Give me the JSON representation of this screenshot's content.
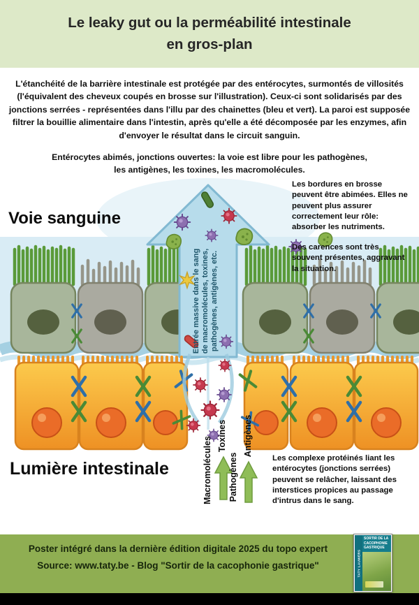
{
  "header": {
    "title_line1": "Le leaky gut ou la perméabilité intestinale",
    "title_line2": "en gros-plan"
  },
  "intro": {
    "p1": "L'étanchéité de la barrière intestinale est protégée par des entérocytes, surmontés de villosités (l'équivalent des cheveux coupés en brosse sur l'illustration). Ceux-ci sont solidarisés par des jonctions serrées - représentées dans l'illu par des chainettes (bleu et vert). La paroi est supposée filtrer la bouillie alimentaire dans l'intestin, après qu'elle a été décomposée par les enzymes, afin d'envoyer le résultat dans le circuit sanguin.",
    "p2_line1": "Entérocytes abimés, jonctions ouvertes: la voie est libre pour les pathogènes,",
    "p2_line2": "les antigènes, les toxines, les macromolécules."
  },
  "diagram": {
    "label_blood": "Voie sanguine",
    "label_lumen": "Lumière intestinale",
    "note_right_1": "Les bordures en brosse peuvent être abimées. Elles ne peuvent plus assurer correctement leur rôle: absorber les nutriments.",
    "note_right_2": "Des carences sont très souvent présentes, aggravant la situation.",
    "note_bottom": "Les complexe protéinés liant les entérocytes (jonctions serrées) peuvent se relâcher, laissant des interstices propices au passage d'intrus dans le sang.",
    "arrow_text": [
      "Entrée massive dans le sang",
      "de macromolécules, toxines,",
      "pathogènes, antigènes, etc."
    ],
    "flow_labels": [
      "Macromolécules",
      "Toxines",
      "Pathogènes",
      "Antigènes"
    ]
  },
  "footer": {
    "line1": "Poster intégré dans la dernière édition digitale 2025 du topo expert",
    "line2": "Source: www.taty.be - Blog \"Sortir de la cacophonie gastrique\"",
    "book": {
      "title": "SORTIR DE LA CACOPHONIE GASTRIQUE",
      "author": "TATY LAUWERS"
    }
  },
  "colors": {
    "header_bg": "#dde9c8",
    "footer_bg": "#8fae52",
    "arrow_blue": "#b7dceb",
    "cell_orange": "#f2a335",
    "villi_green": "#5a9a39",
    "damaged_gray": "#96968a",
    "chain_blue": "#2f6fa8",
    "chain_green": "#4a8a36",
    "pathogen_red": "#c6394f",
    "pathogen_purple": "#8d6fb0"
  }
}
